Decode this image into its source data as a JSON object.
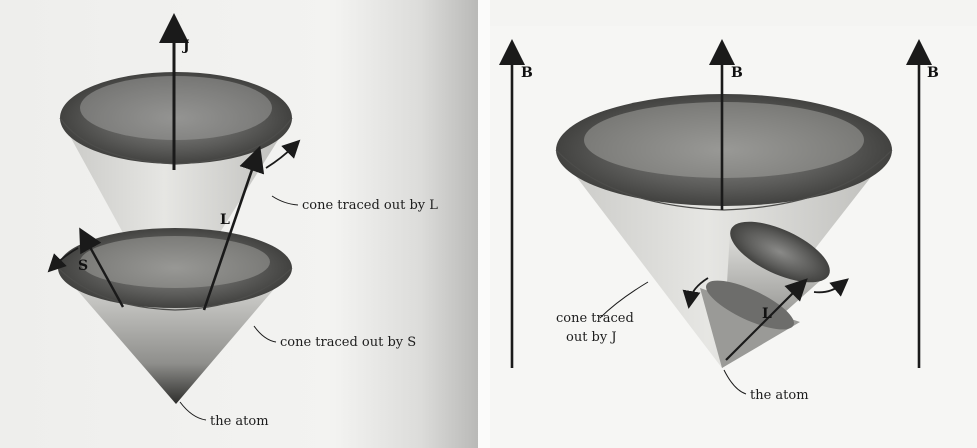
{
  "left_figure": {
    "vector_j": "J",
    "vector_l": "L",
    "vector_s": "S",
    "label_cone_l": "cone traced out by L",
    "label_cone_s": "cone traced out by S",
    "label_atom": "the atom"
  },
  "right_figure": {
    "field_b_left": "B",
    "field_b_center": "B",
    "field_b_right": "B",
    "vector_l": "L",
    "label_cone_j_line1": "cone traced",
    "label_cone_j_line2": "out by J",
    "label_atom": "the atom"
  }
}
